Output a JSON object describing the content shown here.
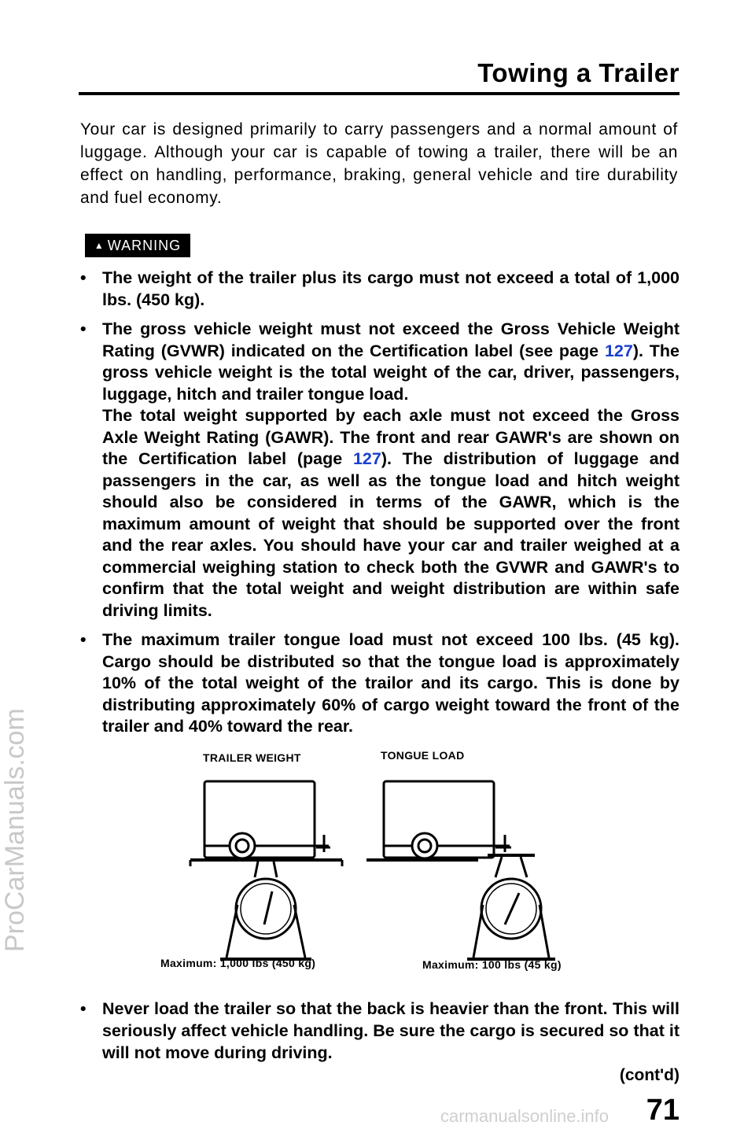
{
  "header": {
    "title": "Towing a Trailer"
  },
  "intro": "Your car is designed primarily to carry passengers and a normal amount of luggage. Although your car is capable of towing a trailer, there will be an effect on handling, performance, braking, general vehicle and tire durability and fuel economy.",
  "warning": {
    "label": "WARNING"
  },
  "bullets": {
    "b1": "The weight of the trailer plus its cargo must not exceed a total of 1,000 lbs. (450 kg).",
    "b2_before": "The gross vehicle weight must not exceed the Gross Vehicle Weight Rating (GVWR) indicated on the Certification label (see page ",
    "b2_link": "127",
    "b2_after": "). The gross vehicle weight is the total weight of the car, driver, passengers, luggage, hitch and trailer tongue load.",
    "b2b_before": "The total weight supported by each axle must not exceed the Gross Axle Weight Rating (GAWR). The front and rear GAWR's are shown on the Certification label (page ",
    "b2b_link": "127",
    "b2b_after": "). The distribution of luggage and passengers in the car, as well as the tongue load and hitch weight should also be considered in terms of the GAWR, which is the maximum amount of weight that should be supported over the front and the rear axles. You should have your car and trailer weighed at a commercial weighing station to check both the GVWR and GAWR's to confirm that the total weight and weight distribution are within safe driving limits.",
    "b3": "The maximum trailer tongue load must not exceed 100 lbs. (45 kg). Cargo should be distributed so that the tongue load is approximately 10% of the total weight of the trailor and its cargo. This is done by distributing approximately 60% of cargo weight toward the front of the trailer and 40% toward the rear."
  },
  "figure": {
    "label_left": "TRAILER WEIGHT",
    "label_right": "TONGUE LOAD",
    "caption_left": "Maximum: 1,000 lbs (450 kg)",
    "caption_right": "Maximum: 100 lbs (45 kg)"
  },
  "final_bullet": "Never load the trailer so that the back is heavier than the front. This will seriously affect vehicle handling. Be sure the cargo is secured so that it will not move during driving.",
  "contd": "(cont'd)",
  "page_number": "71",
  "watermarks": {
    "side": "ProCarManuals.com",
    "bottom": "carmanualsonline.info"
  }
}
